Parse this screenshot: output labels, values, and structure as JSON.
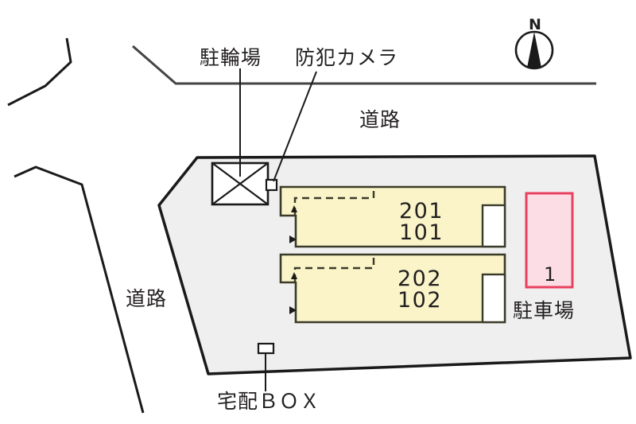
{
  "plan": {
    "title_labels": {
      "bicycle_parking": "駐輪場",
      "security_camera": "防犯カメラ",
      "road_top": "道路",
      "road_left": "道路",
      "delivery_box": "宅配ＢＯＸ",
      "parking_lot": "駐車場",
      "compass_north": "N"
    },
    "buildings": [
      {
        "name": "building-upper",
        "unit_upper": "201",
        "unit_lower": "101"
      },
      {
        "name": "building-lower",
        "unit_upper": "202",
        "unit_lower": "102"
      }
    ],
    "parking_stalls": [
      {
        "number": "1"
      }
    ],
    "colors": {
      "building_fill": "#faf4c8",
      "building_stroke": "#3a3a2a",
      "site_fill": "#efefef",
      "site_stroke": "#1a1a1a",
      "parking_fill": "#fcdde5",
      "parking_stroke": "#e8415f",
      "road_line": "#444444",
      "balcony_fill": "#ffffff",
      "text": "#221f1f"
    }
  }
}
